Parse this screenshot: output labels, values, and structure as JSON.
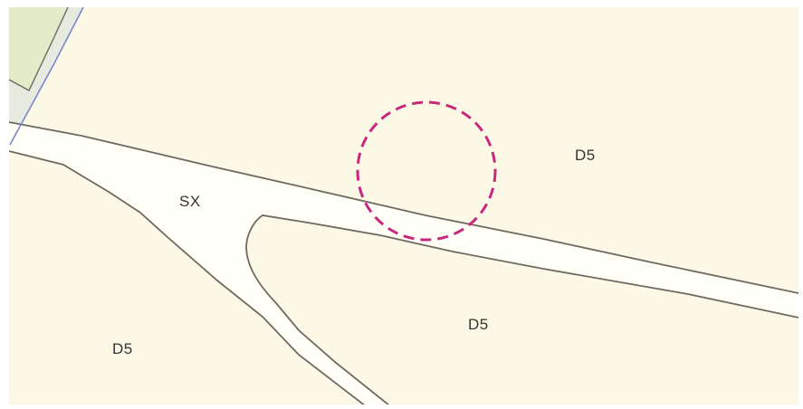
{
  "map": {
    "colors": {
      "land_d5": "#fcf8e6",
      "road_sx": "#fffef7",
      "green_area": "#e3ecc9",
      "pale_strip": "#e6eadf",
      "boundary": "#6e6a62",
      "blue_line": "#7a86d0",
      "highlight_circle": "#c8287e",
      "frame": "#ffffff"
    },
    "labels": {
      "sx": "SX",
      "d5_upper_right": "D5",
      "d5_center": "D5",
      "d5_lower_left": "D5"
    },
    "highlight": {
      "style": "dashed",
      "shape": "circle"
    }
  }
}
